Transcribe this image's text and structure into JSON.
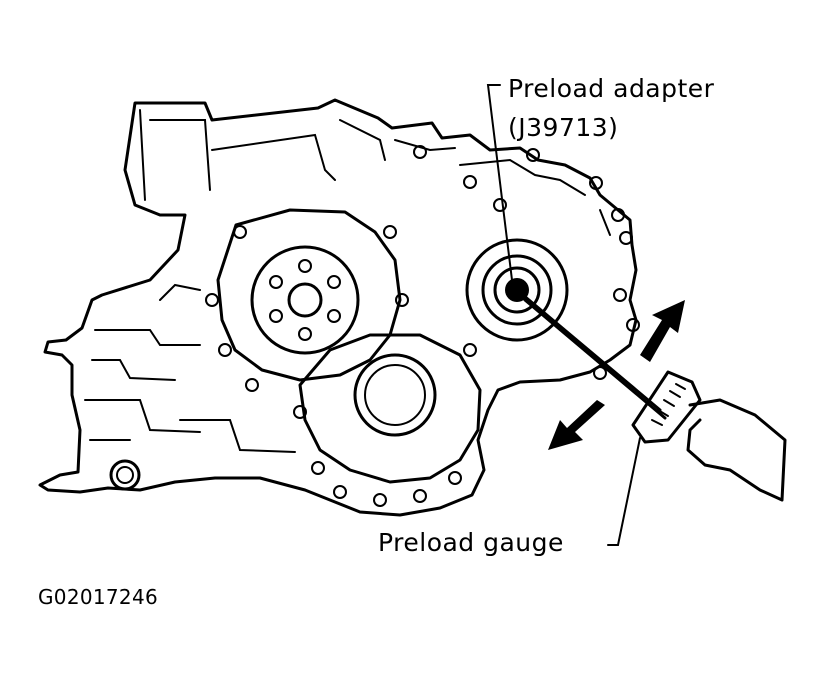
{
  "labels": {
    "preload_adapter": "Preload adapter",
    "preload_adapter_part": "(J39713)",
    "preload_gauge": "Preload gauge",
    "figure_code": "G02017246"
  },
  "colors": {
    "line": "#000000",
    "background": "#ffffff"
  },
  "arrows": {
    "up_arrow_direction": "up-right",
    "down_arrow_direction": "down-left"
  }
}
